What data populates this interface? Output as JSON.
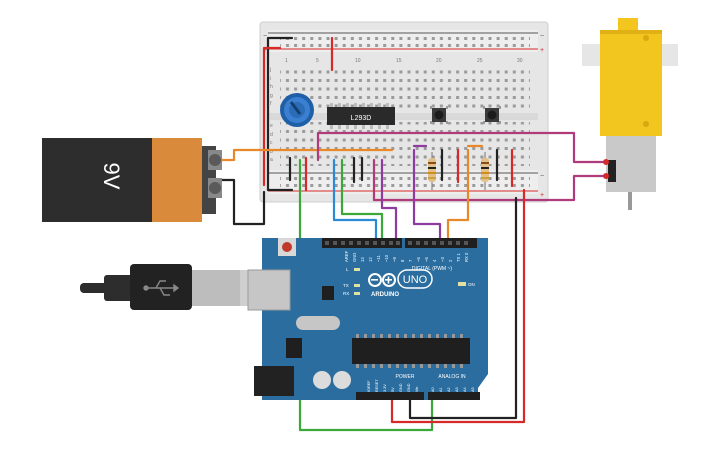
{
  "battery": {
    "label": "9V"
  },
  "chip": {
    "label": "L293D"
  },
  "arduino": {
    "brand": "ARDUINO",
    "model": "UNO",
    "digital_header_label": "DIGITAL (PWM ~)",
    "power_label": "POWER",
    "analog_label": "ANALOG IN",
    "aref": "AREF",
    "gnd": "GND",
    "digital_pins": [
      "13",
      "12",
      "~11",
      "~10",
      "~9",
      "8",
      "7",
      "~6",
      "~5",
      "4",
      "~3",
      "2",
      "TX 1",
      "RX 0"
    ],
    "power_pins": [
      "IOREF",
      "RESET",
      "3.3V",
      "5V",
      "GND",
      "GND",
      "Vin"
    ],
    "analog_pins": [
      "A0",
      "A1",
      "A2",
      "A3",
      "A4",
      "A5"
    ],
    "led_l": "L",
    "led_tx": "TX",
    "led_rx": "RX",
    "on_label": "ON"
  },
  "breadboard": {
    "column_numbers": [
      "1",
      "5",
      "10",
      "15",
      "20",
      "25",
      "30"
    ],
    "row_letters_top": [
      "j",
      "i",
      "h",
      "g",
      "f"
    ],
    "row_letters_bottom": [
      "e",
      "d",
      "c",
      "b",
      "a"
    ]
  },
  "colors": {
    "wire_red": "#d62a2a",
    "wire_black": "#222222",
    "wire_green": "#3aa83a",
    "wire_orange": "#e8882a",
    "wire_purple": "#8e3aa0",
    "wire_magenta": "#b03a7a",
    "wire_blue": "#2a8ad6",
    "arduino_blue": "#2b6d9e",
    "motor_yellow": "#f2c51f",
    "battery_orange": "#d98a3a"
  }
}
